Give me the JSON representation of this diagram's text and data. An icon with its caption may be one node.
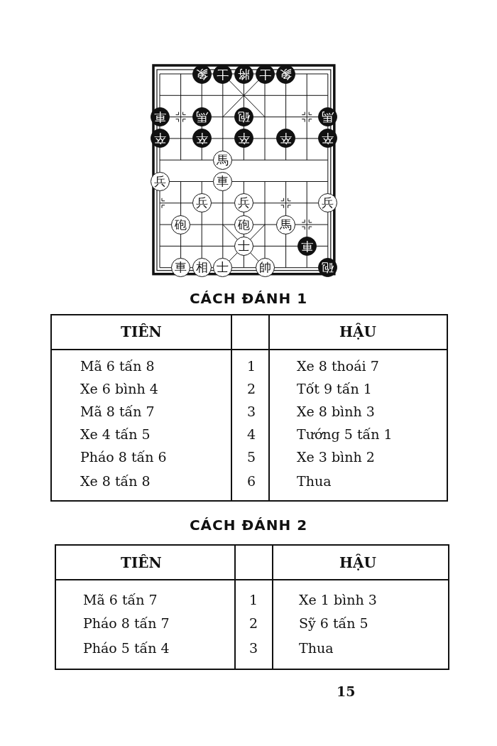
{
  "diagram": {
    "nodes": [
      {
        "text": [
          "象"
        ]
      },
      {
        "text": [
          "士"
        ]
      },
      {
        "text": [
          "將"
        ]
      },
      {
        "text": [
          "士"
        ]
      },
      {
        "text": [
          "象"
        ]
      },
      {
        "text": [
          "車"
        ]
      },
      {
        "text": [
          "馬"
        ]
      },
      {
        "text": [
          "砲"
        ]
      },
      {
        "text": [
          "馬"
        ]
      },
      {
        "text": [
          "卒"
        ]
      },
      {
        "text": [
          "卒"
        ]
      },
      {
        "text": [
          "卒"
        ]
      },
      {
        "text": [
          "卒"
        ]
      },
      {
        "text": [
          "卒"
        ]
      },
      {
        "text": [
          "馬"
        ]
      },
      {
        "text": [
          "兵"
        ]
      },
      {
        "text": [
          "車"
        ]
      },
      {
        "text": [
          "兵"
        ]
      },
      {
        "text": [
          "兵"
        ]
      },
      {
        "text": [
          "兵"
        ]
      },
      {
        "text": [
          "砲"
        ]
      },
      {
        "text": [
          "砲"
        ]
      },
      {
        "text": [
          "馬"
        ]
      },
      {
        "text": [
          "士"
        ]
      },
      {
        "text": [
          "車"
        ]
      },
      {
        "text": [
          "車"
        ]
      },
      {
        "text": [
          "相"
        ]
      },
      {
        "text": [
          "士"
        ]
      },
      {
        "text": [
          "帥"
        ]
      },
      {
        "text": [
          "砲"
        ]
      }
    ],
    "labels": [
      "CÁCH ĐÁNH 1",
      "TIÊN",
      "HẬU",
      "Mã 6 tấn 8",
      "1",
      "Xe 8 thoái 7",
      "Xe 6 bình 4",
      "2",
      "Tốt 9 tấn 1",
      "Mã 8 tấn 7",
      "3",
      "Xe 8 bình 3",
      "Xe 4 tấn 5",
      "4",
      "Tướng 5 tấn 1",
      "Pháo 8 tấn 6",
      "5",
      "Xe 3 bình 2",
      "Xe 8 tấn 8",
      "6",
      "Thua",
      "CÁCH ĐÁNH 2",
      "TIÊN",
      "HẬU",
      "Mã 6 tấn 7",
      "1",
      "Xe 1 bình 3",
      "Pháo 8 tấn 7",
      "2",
      "Sỹ 6 tấn 5",
      "Pháo 5 tấn 4",
      "3",
      "Thua",
      "15"
    ]
  }
}
